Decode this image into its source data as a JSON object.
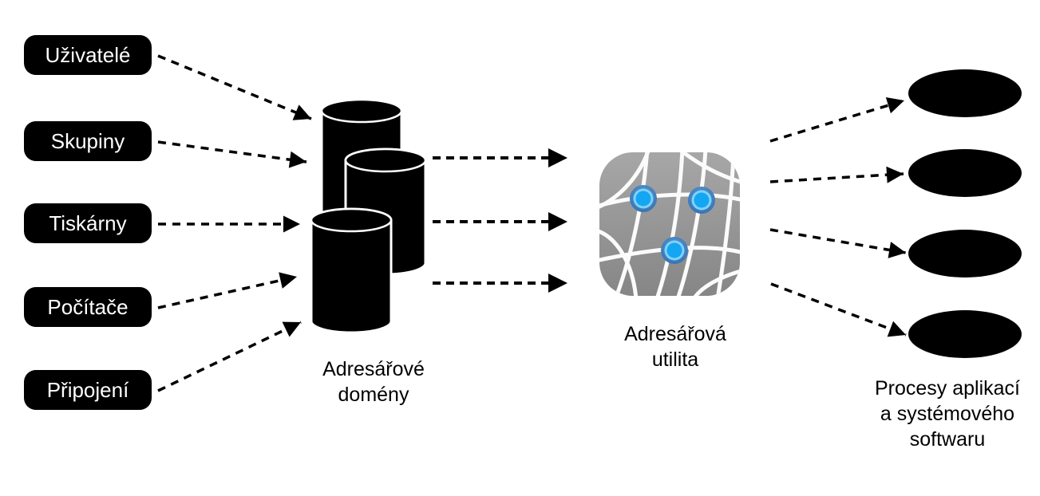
{
  "sources": {
    "items": [
      {
        "label": "Uživatelé"
      },
      {
        "label": "Skupiny"
      },
      {
        "label": "Tiskárny"
      },
      {
        "label": "Počítače"
      },
      {
        "label": "Připojení"
      }
    ]
  },
  "directory_domains": {
    "label_line1": "Adresářové",
    "label_line2": "domény",
    "cylinder_count": 3
  },
  "directory_utility": {
    "label_line1": "Adresářová",
    "label_line2": "utilita",
    "icon": "network-globe-icon"
  },
  "processes": {
    "label_line1": "Procesy aplikací",
    "label_line2": "a systémového",
    "label_line3": "softwaru",
    "ellipse_count": 4
  },
  "colors": {
    "shape_fill": "#000000",
    "source_label_text": "#ffffff",
    "caption_text": "#000000",
    "icon_gray_top": "#a7a7a7",
    "icon_gray_bottom": "#868686",
    "icon_grid_line": "#fbfbfb",
    "node_outer_blue": "#3f80c2",
    "node_ring_blue": "#7fd2f8",
    "node_inner_blue": "#15a6f3"
  }
}
